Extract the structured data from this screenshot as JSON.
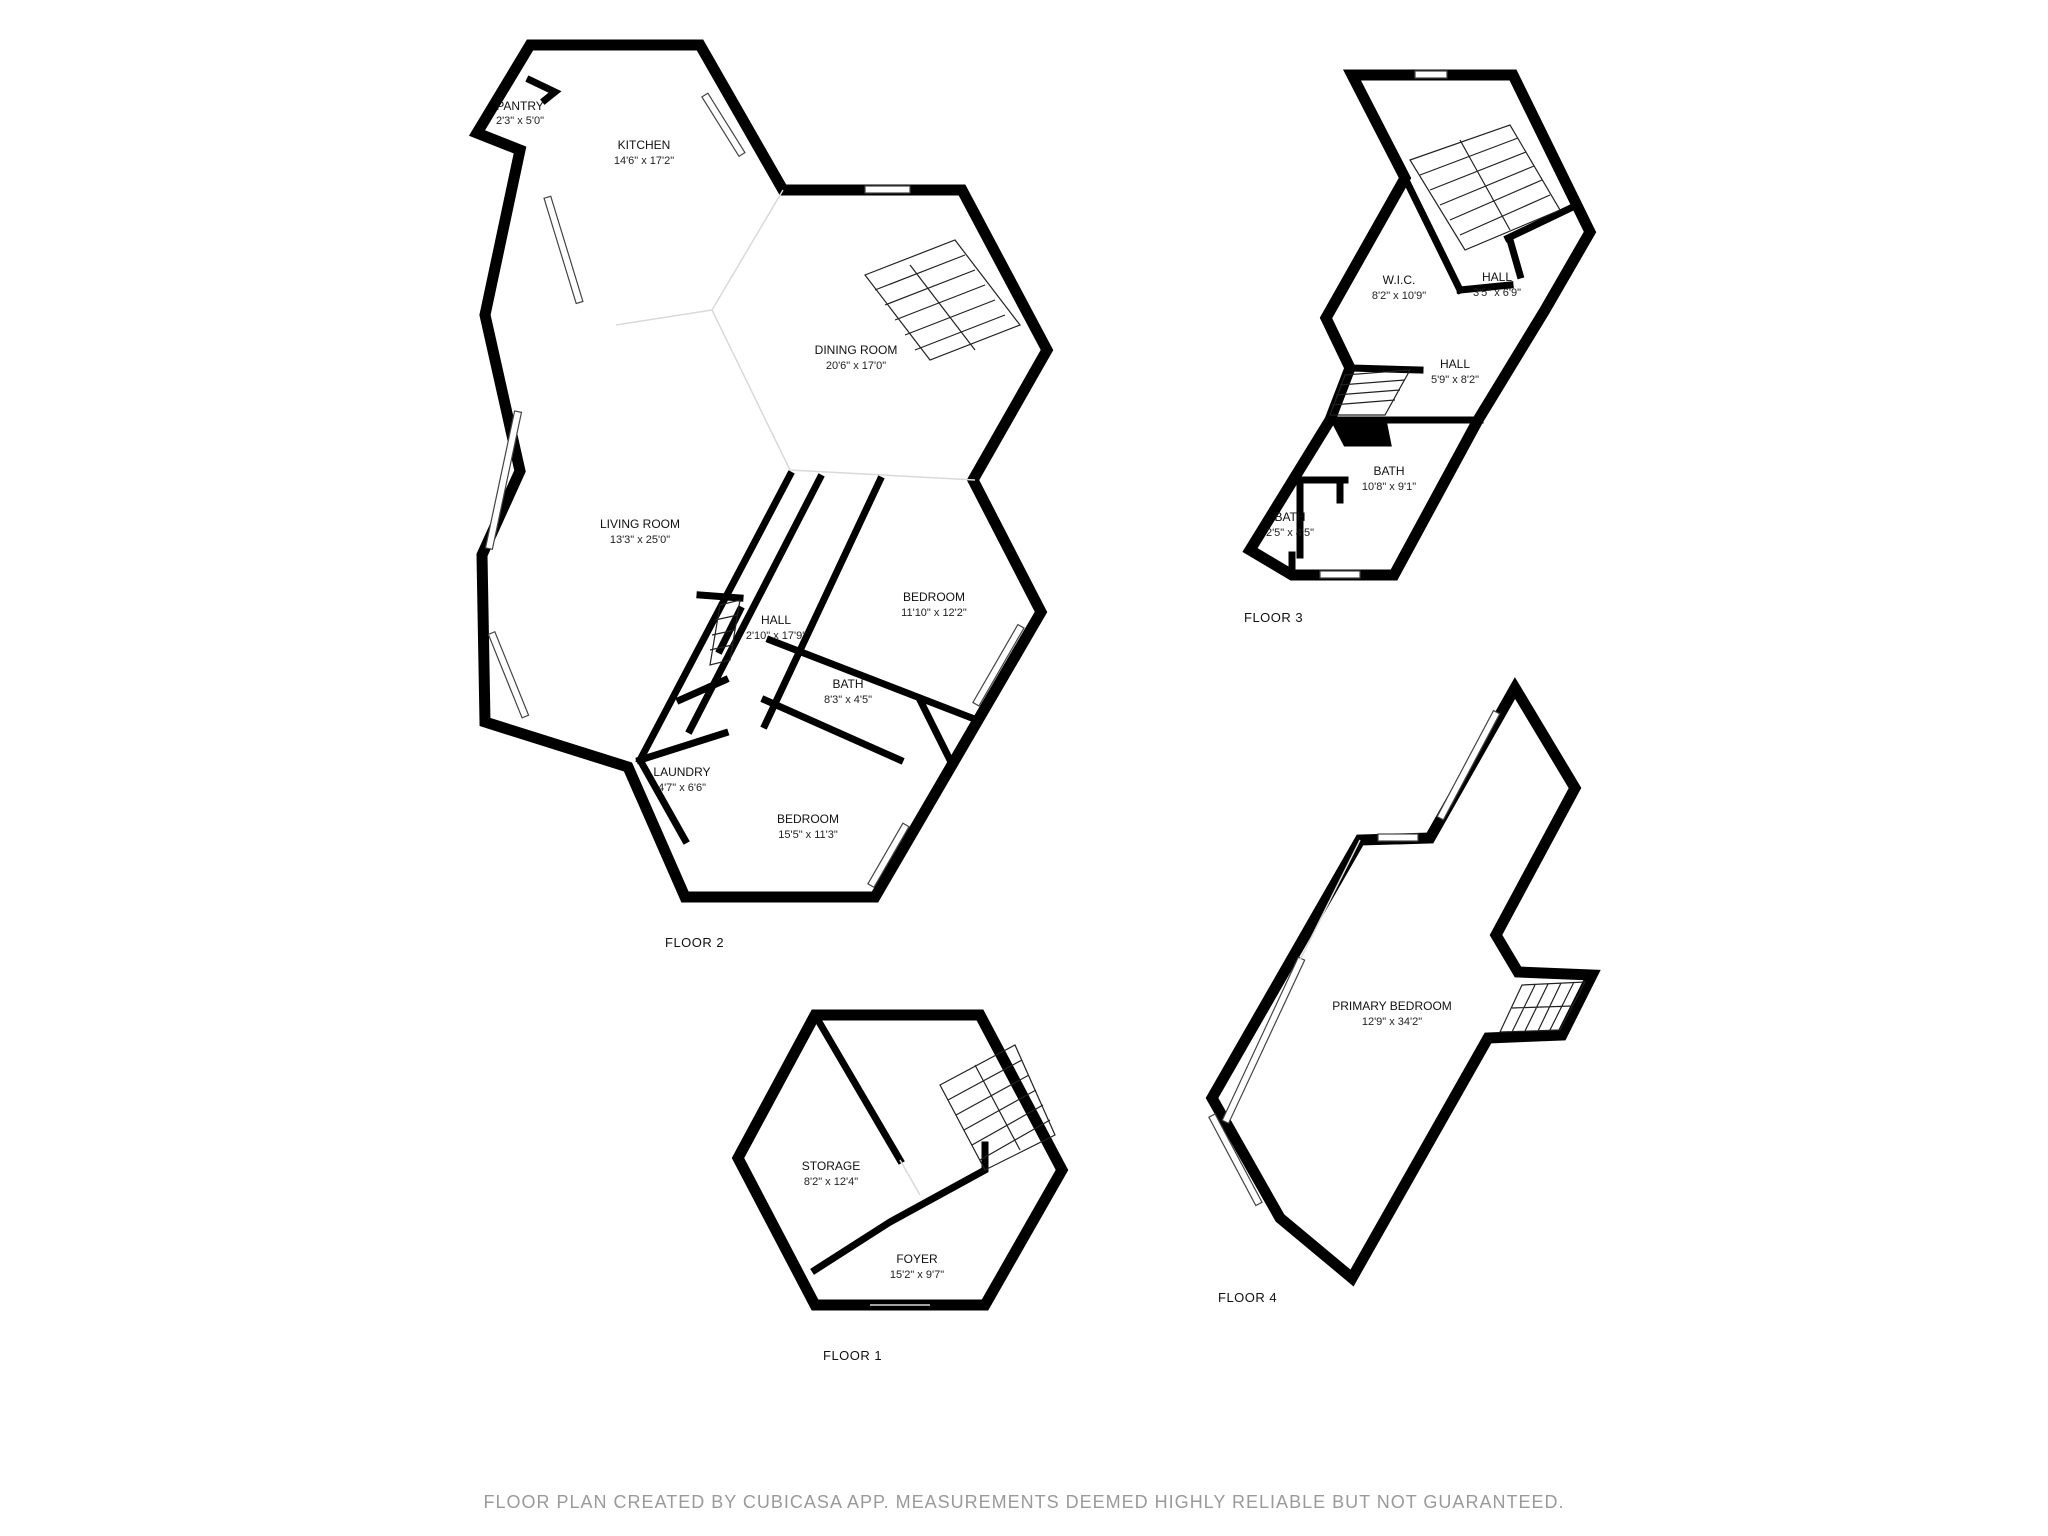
{
  "floors": {
    "floor1": {
      "label": "FLOOR 1",
      "rooms": [
        {
          "name": "STORAGE",
          "dim": "8'2\" x 12'4\""
        },
        {
          "name": "FOYER",
          "dim": "15'2\" x 9'7\""
        }
      ]
    },
    "floor2": {
      "label": "FLOOR 2",
      "rooms": [
        {
          "name": "PANTRY",
          "dim": "2'3\" x 5'0\""
        },
        {
          "name": "KITCHEN",
          "dim": "14'6\" x 17'2\""
        },
        {
          "name": "DINING ROOM",
          "dim": "20'6\" x 17'0\""
        },
        {
          "name": "LIVING ROOM",
          "dim": "13'3\" x 25'0\""
        },
        {
          "name": "HALL",
          "dim": "2'10\" x 17'9\""
        },
        {
          "name": "BEDROOM",
          "dim": "11'10\" x 12'2\""
        },
        {
          "name": "BATH",
          "dim": "8'3\" x 4'5\""
        },
        {
          "name": "LAUNDRY",
          "dim": "4'7\" x 6'6\""
        },
        {
          "name": "BEDROOM",
          "dim": "15'5\" x 11'3\""
        }
      ]
    },
    "floor3": {
      "label": "FLOOR 3",
      "rooms": [
        {
          "name": "W.I.C.",
          "dim": "8'2\" x 10'9\""
        },
        {
          "name": "HALL",
          "dim": "3'5\" x 6'9\""
        },
        {
          "name": "HALL",
          "dim": "5'9\" x 8'2\""
        },
        {
          "name": "BATH",
          "dim": "10'8\" x 9'1\""
        },
        {
          "name": "BATH",
          "dim": "2'5\" x 4'5\""
        }
      ]
    },
    "floor4": {
      "label": "FLOOR 4",
      "rooms": [
        {
          "name": "PRIMARY BEDROOM",
          "dim": "12'9\" x 34'2\""
        }
      ]
    }
  },
  "footer": "FLOOR PLAN CREATED BY CUBICASA APP. MEASUREMENTS DEEMED HIGHLY RELIABLE BUT NOT GUARANTEED."
}
